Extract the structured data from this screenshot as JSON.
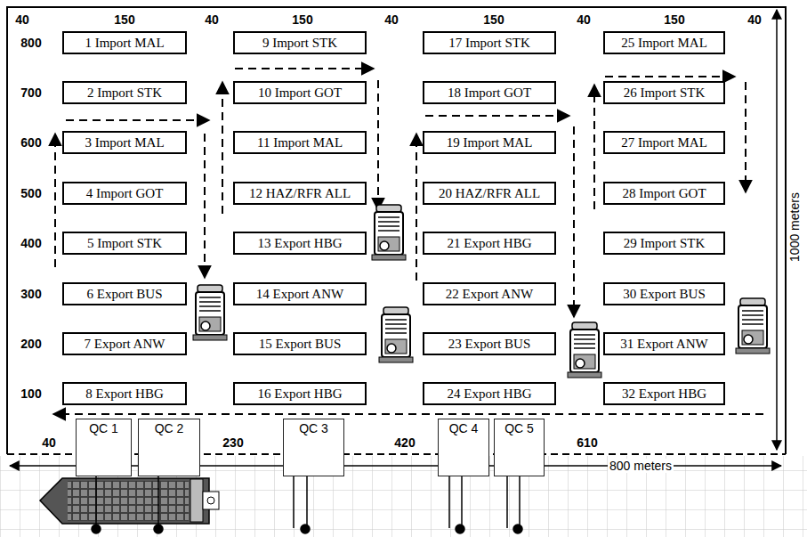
{
  "diagram": {
    "nodes": [
      {
        "text": [
          "1  Import  MAL"
        ]
      },
      {
        "text": [
          "2 Import STK"
        ]
      },
      {
        "text": [
          "3 Import MAL"
        ]
      },
      {
        "text": [
          "4 Import GOT"
        ]
      },
      {
        "text": [
          "5 Import STK"
        ]
      },
      {
        "text": [
          "6 Export BUS"
        ]
      },
      {
        "text": [
          "7 Export ANW"
        ]
      },
      {
        "text": [
          "8 Export HBG"
        ]
      },
      {
        "text": [
          "9 Import STK"
        ]
      },
      {
        "text": [
          "10 Import GOT"
        ]
      },
      {
        "text": [
          "11 Import MAL"
        ]
      },
      {
        "text": [
          "12 HAZ/RFR ALL"
        ]
      },
      {
        "text": [
          "13 Export HBG"
        ]
      },
      {
        "text": [
          "14 Export ANW"
        ]
      },
      {
        "text": [
          "15 Export BUS"
        ]
      },
      {
        "text": [
          "16 Export HBG"
        ]
      },
      {
        "text": [
          "17 Import STK"
        ]
      },
      {
        "text": [
          "18 Import GOT"
        ]
      },
      {
        "text": [
          "19 Import MAL"
        ]
      },
      {
        "text": [
          "20 HAZ/RFR ALL"
        ]
      },
      {
        "text": [
          "21 Export HBG"
        ]
      },
      {
        "text": [
          "22 Export ANW"
        ]
      },
      {
        "text": [
          "23 Export BUS"
        ]
      },
      {
        "text": [
          "24 Export HBG"
        ]
      },
      {
        "text": [
          "25 Import MAL"
        ]
      },
      {
        "text": [
          "26 Import STK"
        ]
      },
      {
        "text": [
          "27 Import MAL"
        ]
      },
      {
        "text": [
          "28 Import GOT"
        ]
      },
      {
        "text": [
          "29 Import STK"
        ]
      },
      {
        "text": [
          "30 Export BUS"
        ]
      },
      {
        "text": [
          "31 Export ANW"
        ]
      },
      {
        "text": [
          "32 Export HBG"
        ]
      },
      {
        "text": [
          "QC 1"
        ]
      },
      {
        "text": [
          "QC 2"
        ]
      },
      {
        "text": [
          "QC 3"
        ]
      },
      {
        "text": [
          "QC 4"
        ]
      },
      {
        "text": [
          "QC 5"
        ]
      }
    ],
    "labels": [
      "40",
      "150",
      "40",
      "150",
      "40",
      "150",
      "40",
      "150",
      "40",
      "800",
      "700",
      "600",
      "500",
      "400",
      "300",
      "200",
      "100",
      "40",
      "230",
      "420",
      "610",
      "1000 meters",
      "800 meters"
    ]
  }
}
